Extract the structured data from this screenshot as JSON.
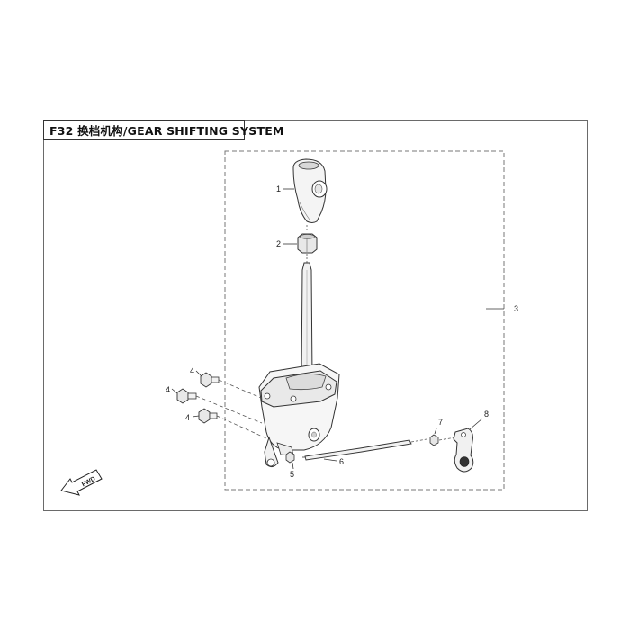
{
  "title": "F32 换档机构/GEAR SHIFTING SYSTEM",
  "direction_label": "FWD",
  "callouts": {
    "c1": "1",
    "c2": "2",
    "c3": "3",
    "c4a": "4",
    "c4b": "4",
    "c4c": "4",
    "c5": "5",
    "c6": "6",
    "c7": "7",
    "c8": "8"
  },
  "parts": [
    {
      "id": "1",
      "name": "shift-knob"
    },
    {
      "id": "2",
      "name": "lock-nut"
    },
    {
      "id": "3",
      "name": "shifter-assembly"
    },
    {
      "id": "4",
      "name": "bolt"
    },
    {
      "id": "5",
      "name": "nut"
    },
    {
      "id": "6",
      "name": "shift-rod"
    },
    {
      "id": "7",
      "name": "nut"
    },
    {
      "id": "8",
      "name": "shift-arm"
    }
  ]
}
